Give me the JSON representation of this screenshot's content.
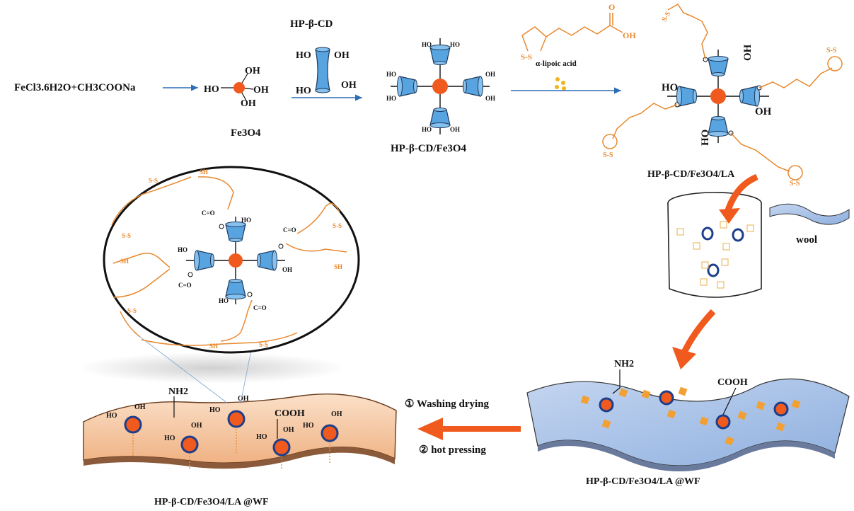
{
  "top": {
    "reactants": "FeCl3.6H2O+CH3COONa",
    "reagent_title": "HP-β-CD",
    "fe3o4_label": "Fe3O4",
    "complex_label": "HP-β-CD/Fe3O4",
    "lipoic_label": "α-lipoic acid",
    "cooh_label": "OH",
    "product_label": "HP-β-CD/Fe3O4/LA"
  },
  "groups": {
    "oh": "OH",
    "ho": "HO",
    "ss": "S-S",
    "sh": "SH",
    "ester": "C=O",
    "nh2": "NH2",
    "cooh": "COOH"
  },
  "middle": {
    "wool_label": "wool"
  },
  "bottom": {
    "step1": "① Washing drying",
    "step2": "② hot pressing",
    "left_label": "HP-β-CD/Fe3O4/LA @WF",
    "right_label": "HP-β-CD/Fe3O4/LA @WF"
  },
  "colors": {
    "cd_blue": "#57a4e0",
    "core_orange": "#f05a1e",
    "chain_orange": "#e8892f",
    "wool_blue": "#a9c2e8",
    "wool_tan": "#f6c9a3",
    "arrow_blue": "#2d6db5"
  }
}
